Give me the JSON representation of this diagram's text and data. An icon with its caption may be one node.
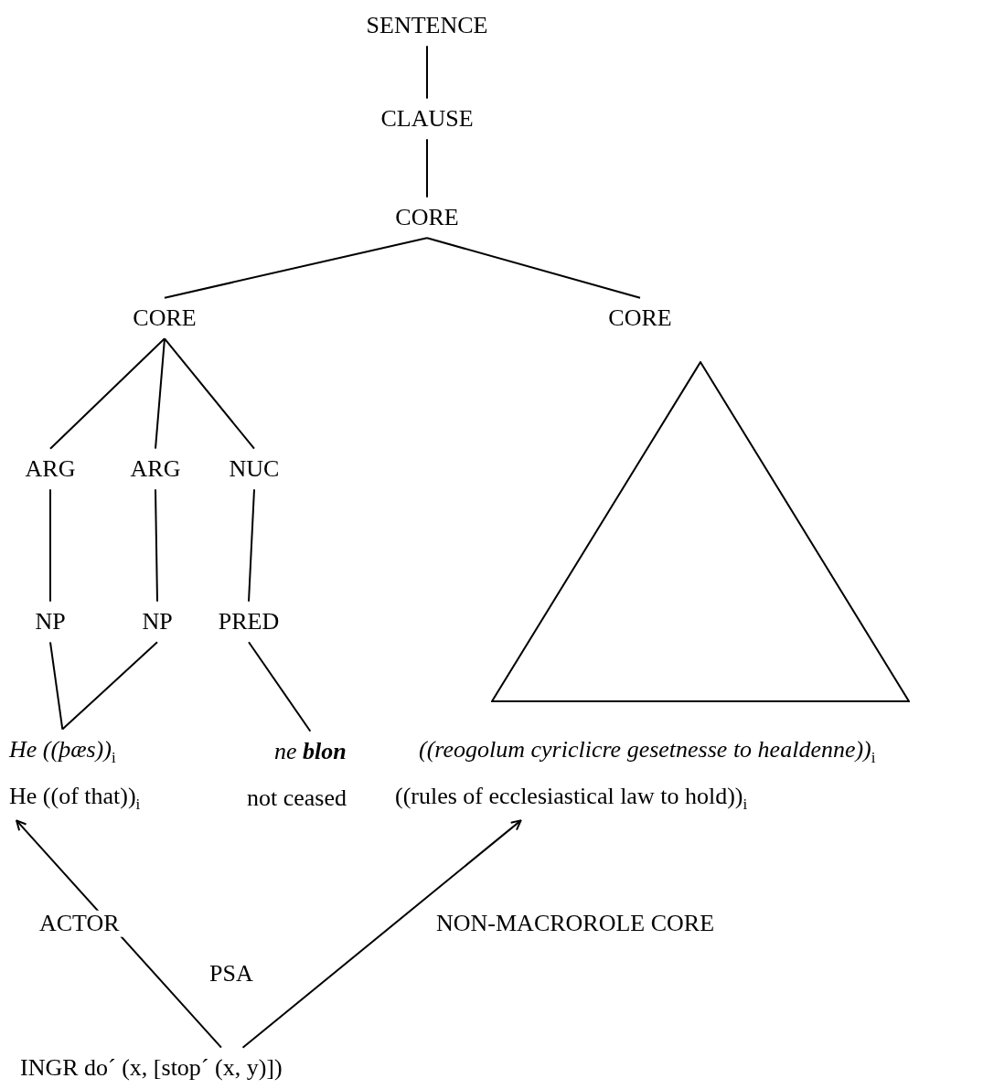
{
  "diagram": {
    "nodes": [
      {
        "text": [
          "SENTENCE"
        ]
      },
      {
        "text": [
          "CLAUSE"
        ]
      },
      {
        "text": [
          "CORE"
        ]
      },
      {
        "text": [
          "CORE"
        ]
      },
      {
        "text": [
          "CORE"
        ]
      },
      {
        "text": [
          "ARG"
        ]
      },
      {
        "text": [
          "ARG"
        ]
      },
      {
        "text": [
          "NUC"
        ]
      },
      {
        "text": [
          "NP"
        ]
      },
      {
        "text": [
          "NP"
        ]
      },
      {
        "text": [
          "PRED"
        ]
      },
      {
        "text": [],
        "shape": "triangle"
      },
      {
        "text": [
          "He ((þæs))$_{i}$"
        ]
      },
      {
        "text": [
          "ne **blon**"
        ]
      },
      {
        "text": [
          "((reogolum cyriclicre gesetnesse to healdenne))$_{i}$"
        ]
      },
      {
        "text": [
          "He ((of that))$_{i}$"
        ]
      },
      {
        "text": [
          "not ceased"
        ]
      },
      {
        "text": [
          "((rules of ecclesiastical law to hold))$_{i}$"
        ]
      },
      {
        "text": [
          "INGR do´ (x, [stop´ (x, y)])"
        ]
      }
    ],
    "edges": [
      {
        "from": 0,
        "to": 1,
        "arrow": "none"
      },
      {
        "from": 1,
        "to": 2,
        "arrow": "none"
      },
      {
        "from": 2,
        "to": 3,
        "arrow": "none"
      },
      {
        "from": 2,
        "to": 4,
        "arrow": "none"
      },
      {
        "from": 3,
        "to": 5,
        "arrow": "none"
      },
      {
        "from": 3,
        "to": 6,
        "arrow": "none"
      },
      {
        "from": 3,
        "to": 7,
        "arrow": "none"
      },
      {
        "from": 5,
        "to": 8,
        "arrow": "none"
      },
      {
        "from": 6,
        "to": 9,
        "arrow": "none"
      },
      {
        "from": 7,
        "to": 10,
        "arrow": "none"
      },
      {
        "from": 8,
        "to": 12,
        "arrow": "none"
      },
      {
        "from": 9,
        "to": 12,
        "arrow": "none"
      },
      {
        "from": 10,
        "to": 13,
        "arrow": "none"
      },
      {
        "from": 18,
        "to": 15,
        "arrow": "to",
        "label": "ACTOR"
      },
      {
        "from": 18,
        "to": 17,
        "arrow": "to",
        "label": "NON-MACROROLE CORE"
      }
    ],
    "labels": [
      "PSA"
    ]
  }
}
